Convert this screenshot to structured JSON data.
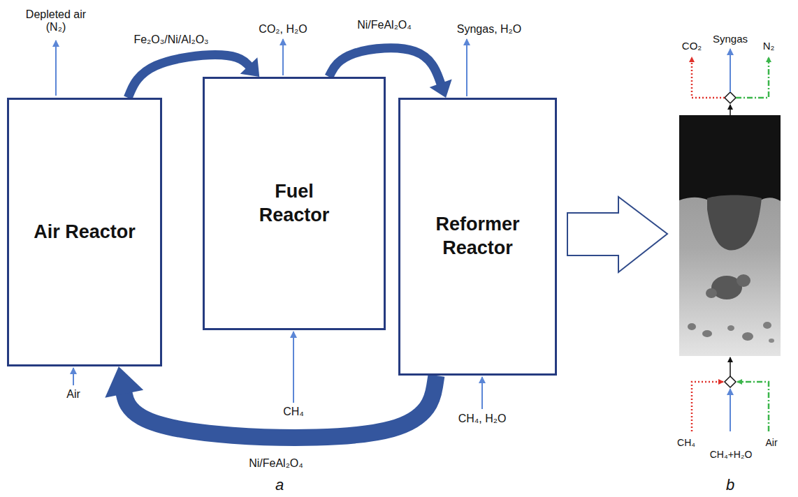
{
  "diagram": {
    "nodes": [
      {
        "text": [
          "Air Reactor"
        ]
      },
      {
        "text": [
          "Fuel Reactor"
        ]
      },
      {
        "text": [
          "Reformer Reactor"
        ]
      }
    ],
    "edges": [
      {
        "from": 0,
        "to": 1,
        "arrow": "to",
        "label": "Fe₂O₃/Ni/Al₂O₃"
      },
      {
        "from": 1,
        "to": 2,
        "arrow": "to",
        "label": "Ni/FeAl₂O₄"
      },
      {
        "from": 2,
        "to": 0,
        "arrow": "to",
        "label": "Ni/FeAl₂O₄"
      }
    ],
    "labels": [
      "Depleted air (N₂)",
      "CO₂, H₂O",
      "Syngas, H₂O",
      "Air",
      "CH₄",
      "CH₄, H₂O",
      "CO₂",
      "Syngas",
      "N₂",
      "CH₄",
      "CH₄+H₂O",
      "Air",
      "a",
      "b"
    ]
  }
}
